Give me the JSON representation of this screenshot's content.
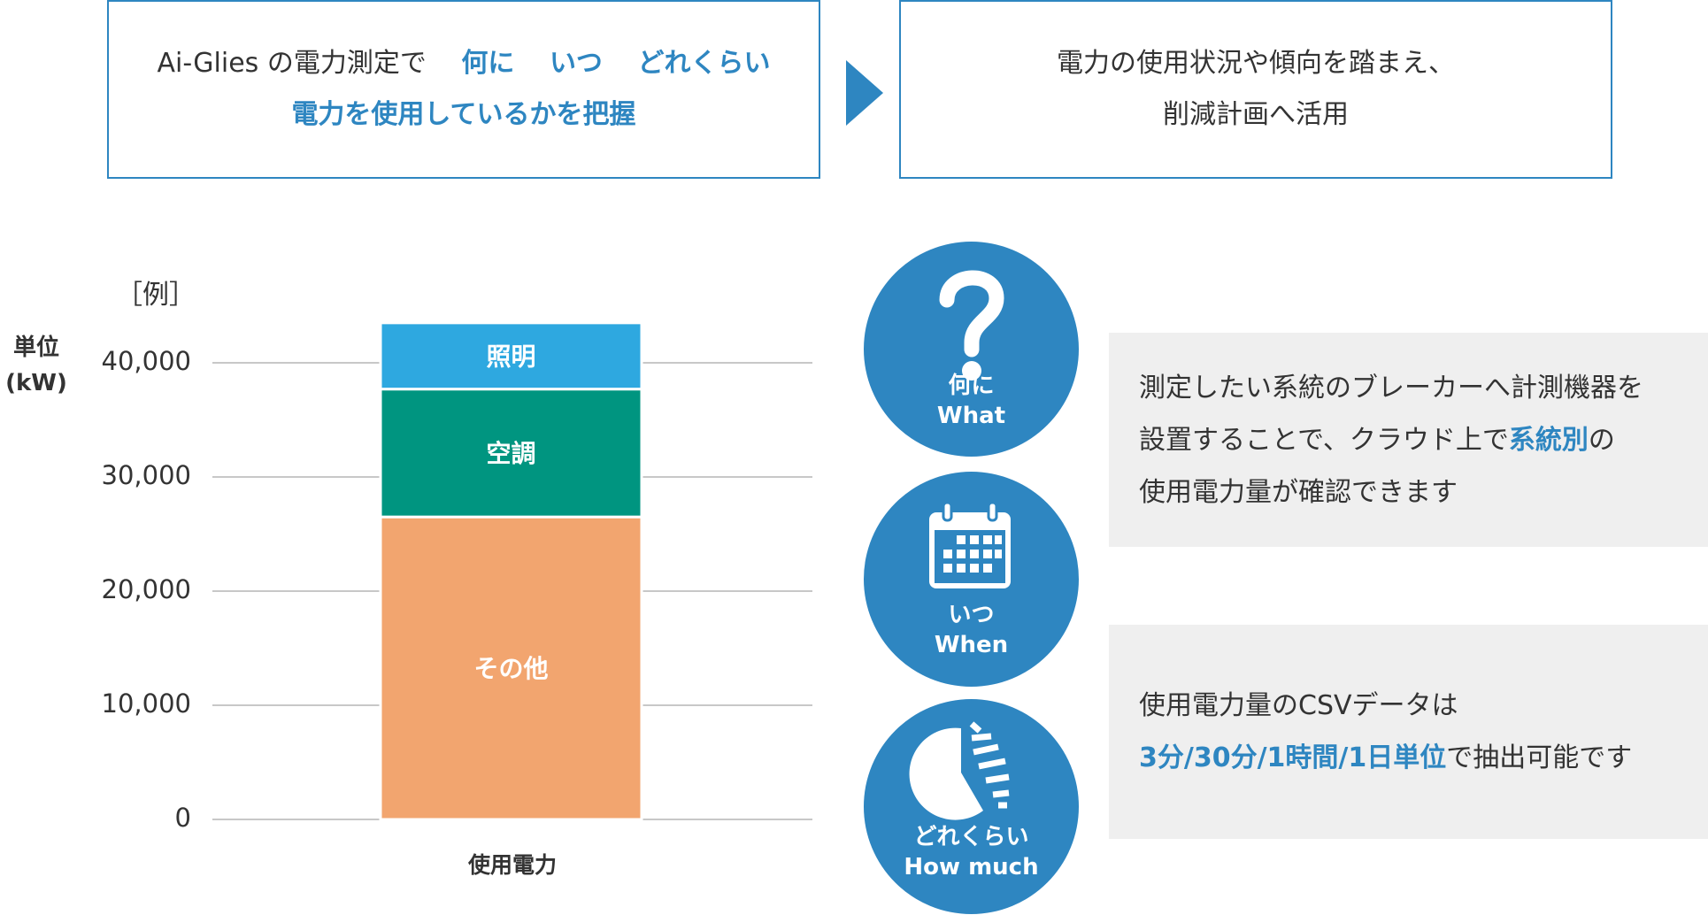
{
  "banner": {
    "left": {
      "line1_prefix": "Ai-Glies の電力測定で",
      "what": "何に",
      "when": "いつ",
      "how_much": "どれくらい",
      "line2": "電力を使用しているかを把握"
    },
    "right": {
      "line1": "電力の使用状況や傾向を踏まえ、",
      "line2": "削減計画へ活用"
    }
  },
  "chart_data": {
    "type": "bar",
    "stacked": true,
    "example_label": "［例］",
    "ylabel_line1": "単位",
    "ylabel_line2": "(kW)",
    "categories": [
      "使用電力"
    ],
    "yticks": [
      "0",
      "10,000",
      "20,000",
      "30,000",
      "40,000"
    ],
    "ylim": [
      0,
      40000
    ],
    "series": [
      {
        "name": "その他",
        "values": [
          26500
        ],
        "color": "#f2a56f"
      },
      {
        "name": "空調",
        "values": [
          11200
        ],
        "color": "#009580"
      },
      {
        "name": "照明",
        "values": [
          5800
        ],
        "color": "#2ea8e0"
      }
    ],
    "grid": true
  },
  "features": [
    {
      "icon": "question-mark-icon",
      "jp": "何に",
      "en": "What",
      "desc_lines": [
        [
          {
            "t": "測定したい系統のブレーカーへ計測機器を",
            "a": false
          }
        ],
        [
          {
            "t": "設置することで、クラウド上で",
            "a": false
          },
          {
            "t": "系統別",
            "a": true
          },
          {
            "t": "の",
            "a": false
          }
        ],
        [
          {
            "t": "使用電力量が確認できます",
            "a": false
          }
        ]
      ]
    },
    {
      "icon": "calendar-icon",
      "jp": "いつ",
      "en": "When",
      "desc_lines": [
        [
          {
            "t": "使用電力量のCSVデータは",
            "a": false
          }
        ],
        [
          {
            "t": "3分/30分/1時間/1日単位",
            "a": true
          },
          {
            "t": "で抽出可能です",
            "a": false
          }
        ]
      ]
    },
    {
      "icon": "pie-chart-icon",
      "jp": "どれくらい",
      "en": "How much"
    }
  ],
  "colors": {
    "accent": "#2e86c1",
    "info_bg": "#efefef",
    "grid": "#c8c8c8"
  }
}
